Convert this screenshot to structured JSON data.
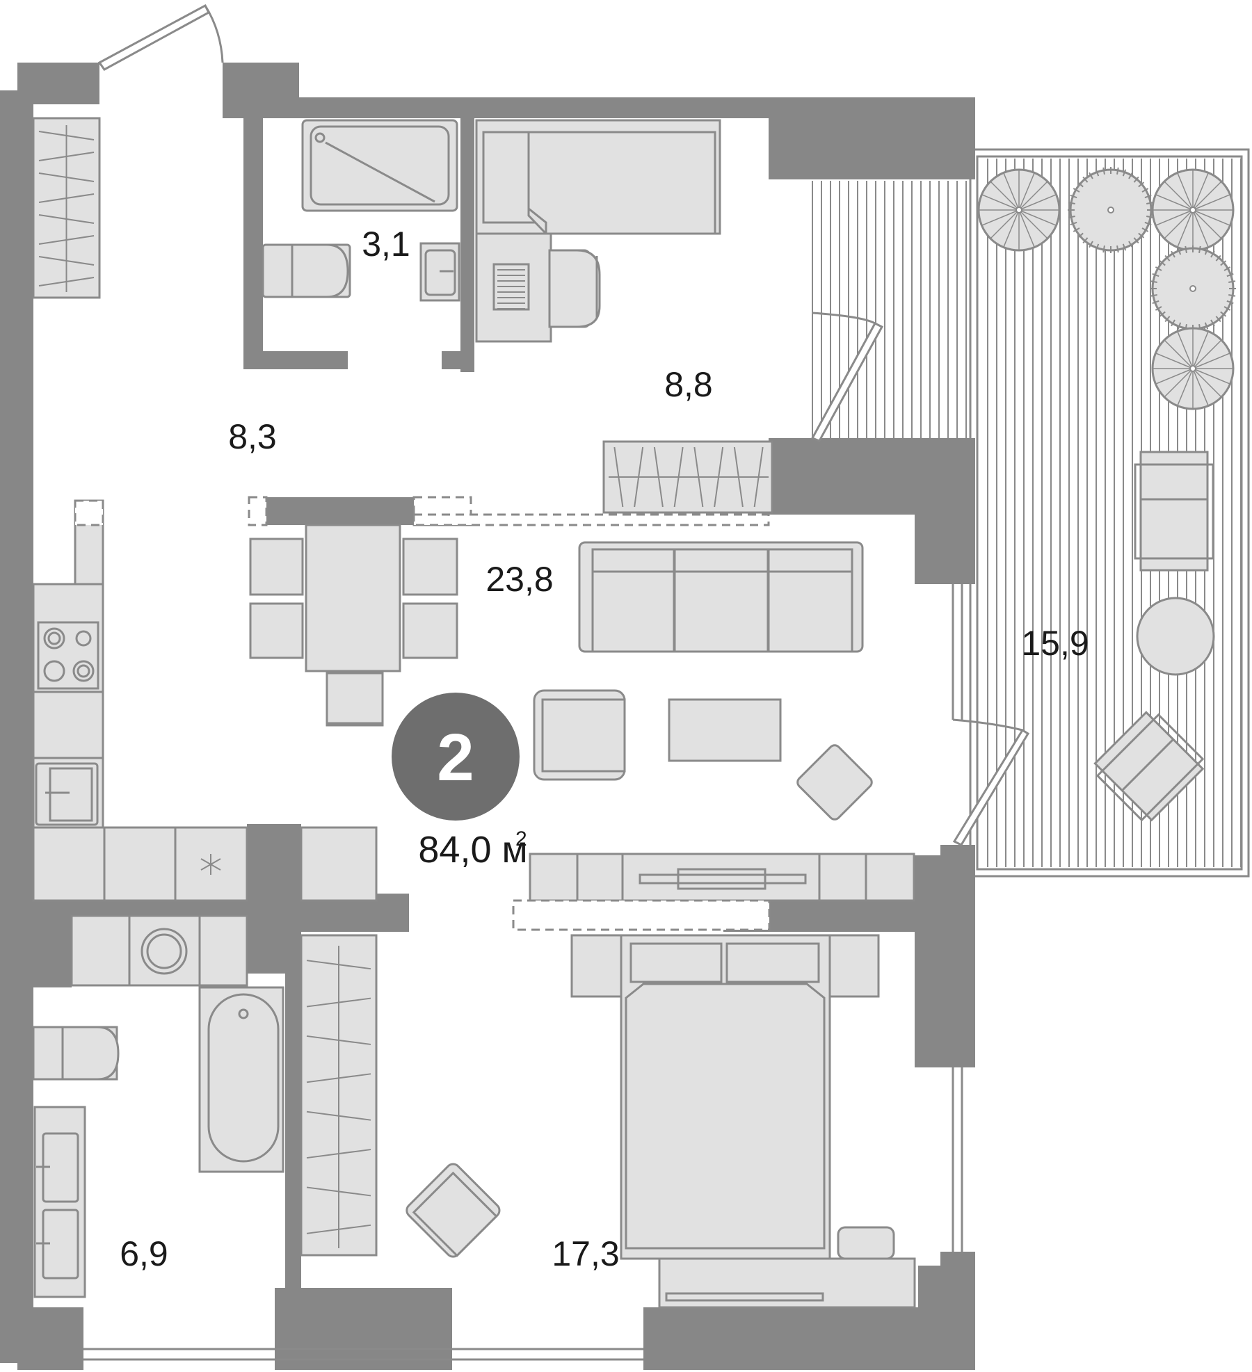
{
  "plan": {
    "rooms_count": "2",
    "total_area_value": "84,0 м",
    "total_area_unit_sup": "2",
    "room_areas": {
      "hall": "8,3",
      "bathroom_small": "3,1",
      "bedroom_small": "8,8",
      "living_kitchen": "23,8",
      "balcony": "15,9",
      "bathroom_large": "6,9",
      "bedroom_master": "17,3"
    },
    "colors": {
      "walls": "#878787",
      "furniture_fill": "#e1e1e1",
      "furniture_stroke": "#8a8a8a",
      "badge": "#6e6e6e",
      "text": "#1a1a1a"
    }
  }
}
